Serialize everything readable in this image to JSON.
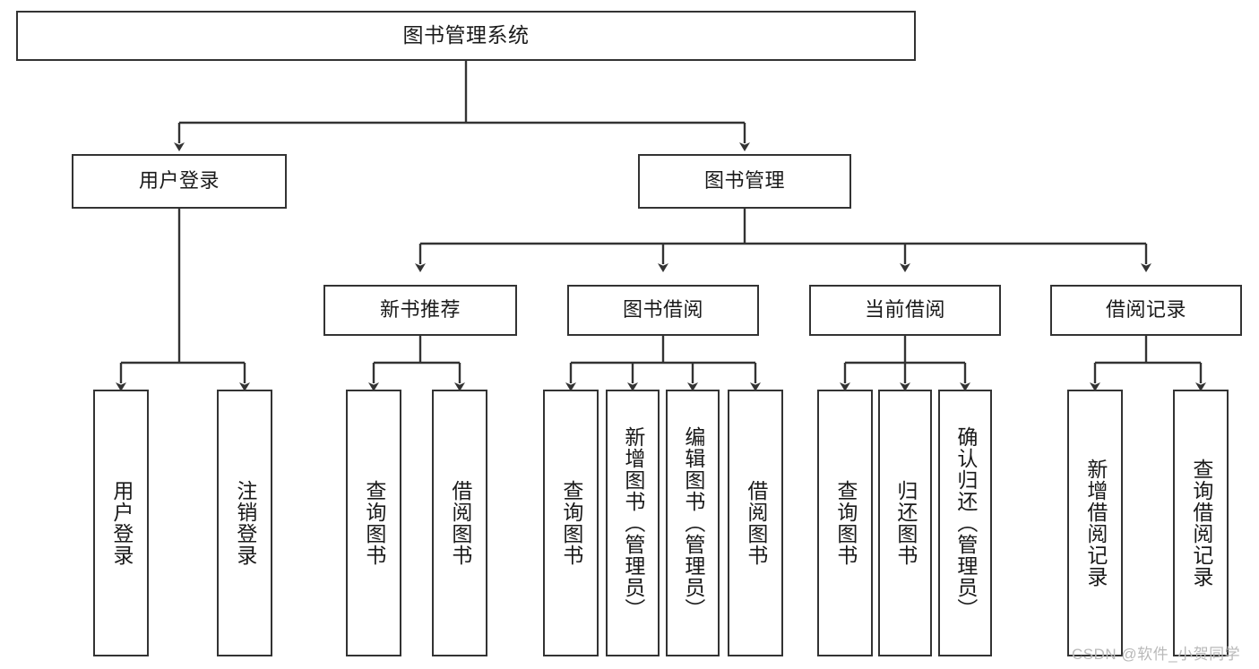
{
  "diagram": {
    "title": "图书管理系统",
    "type": "tree-hierarchy",
    "root": {
      "label": "图书管理系统"
    },
    "level2": [
      {
        "label": "用户登录"
      },
      {
        "label": "图书管理"
      }
    ],
    "level3": [
      {
        "label": "新书推荐"
      },
      {
        "label": "图书借阅"
      },
      {
        "label": "当前借阅"
      },
      {
        "label": "借阅记录"
      }
    ],
    "leaves": {
      "user_login": [
        {
          "label": "用户登录"
        },
        {
          "label": "注销登录"
        }
      ],
      "new_book_recommend": [
        {
          "label": "查询图书"
        },
        {
          "label": "借阅图书"
        }
      ],
      "book_borrow": [
        {
          "label": "查询图书"
        },
        {
          "label": "新增图书（管理员）"
        },
        {
          "label": "编辑图书（管理员）"
        },
        {
          "label": "借阅图书"
        }
      ],
      "current_borrow": [
        {
          "label": "查询图书"
        },
        {
          "label": "归还图书"
        },
        {
          "label": "确认归还（管理员）"
        }
      ],
      "borrow_record": [
        {
          "label": "新增借阅记录"
        },
        {
          "label": "查询借阅记录"
        }
      ]
    }
  },
  "watermark": {
    "text": "CSDN @软件_小贺同学"
  },
  "colors": {
    "stroke": "#333333",
    "fill": "#ffffff",
    "text": "#1a1a1a",
    "watermark": "#b9b9b9"
  }
}
